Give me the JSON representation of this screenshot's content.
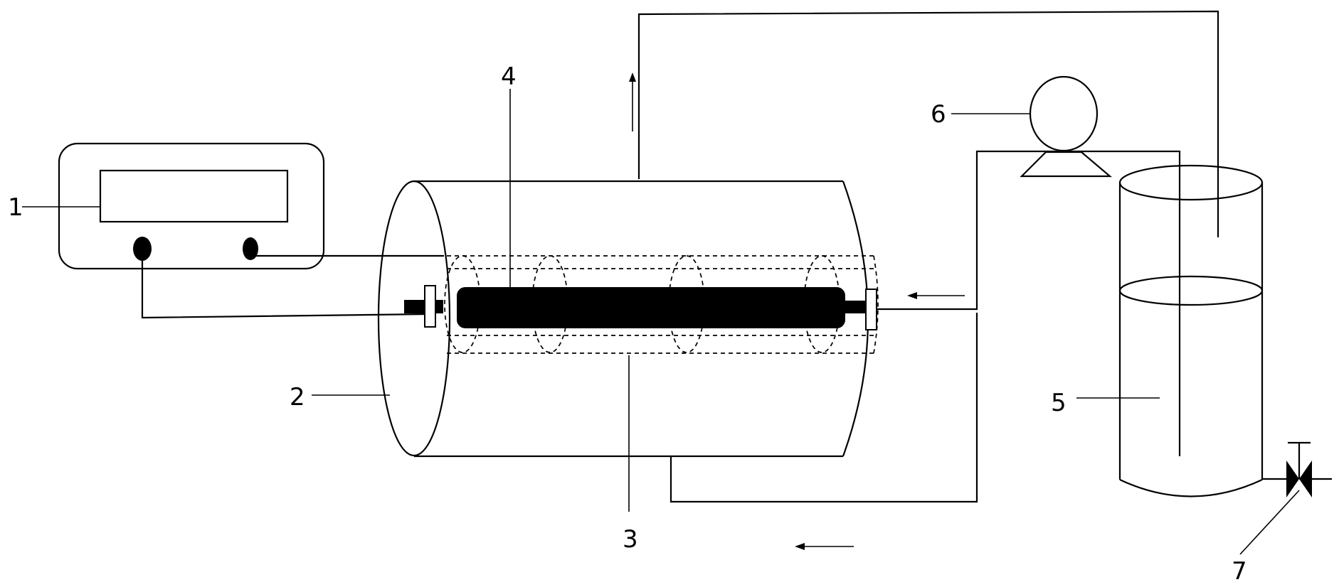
{
  "labels": {
    "power_supply": "1",
    "reactor": "2",
    "tube": "3",
    "electrode": "4",
    "tank": "5",
    "pump": "6",
    "valve": "7"
  },
  "icons": {
    "flow_arrow": "arrow-icon",
    "valve": "valve-icon",
    "pump": "pump-icon"
  }
}
